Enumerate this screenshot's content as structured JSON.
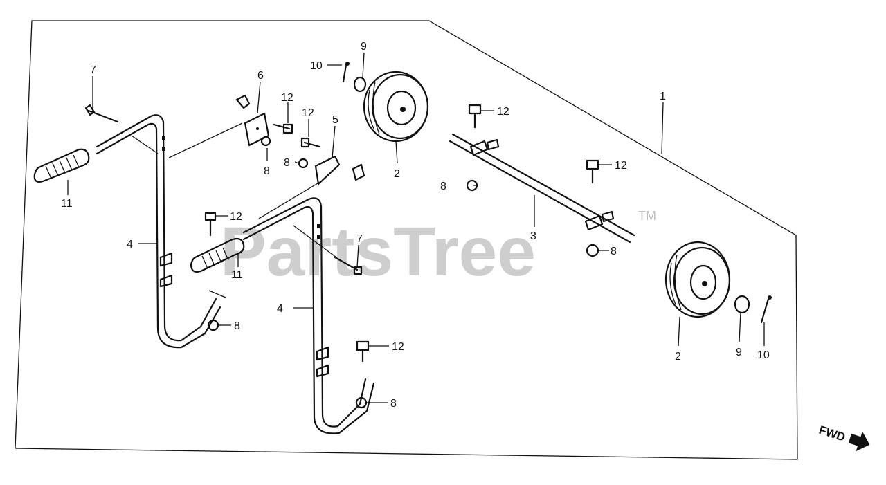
{
  "watermark": {
    "text": "PartsTree",
    "tm": "TM"
  },
  "direction_label": "FWD",
  "callouts": [
    {
      "id": "1",
      "text": "1"
    },
    {
      "id": "2a",
      "text": "2"
    },
    {
      "id": "2b",
      "text": "2"
    },
    {
      "id": "3",
      "text": "3"
    },
    {
      "id": "4a",
      "text": "4"
    },
    {
      "id": "4b",
      "text": "4"
    },
    {
      "id": "5",
      "text": "5"
    },
    {
      "id": "6",
      "text": "6"
    },
    {
      "id": "7a",
      "text": "7"
    },
    {
      "id": "7b",
      "text": "7"
    },
    {
      "id": "8a",
      "text": "8"
    },
    {
      "id": "8b",
      "text": "8"
    },
    {
      "id": "8c",
      "text": "8"
    },
    {
      "id": "8d",
      "text": "8"
    },
    {
      "id": "8e",
      "text": "8"
    },
    {
      "id": "8f",
      "text": "8"
    },
    {
      "id": "9a",
      "text": "9"
    },
    {
      "id": "9b",
      "text": "9"
    },
    {
      "id": "10a",
      "text": "10"
    },
    {
      "id": "10b",
      "text": "10"
    },
    {
      "id": "11a",
      "text": "11"
    },
    {
      "id": "11b",
      "text": "11"
    },
    {
      "id": "12a",
      "text": "12"
    },
    {
      "id": "12b",
      "text": "12"
    },
    {
      "id": "12c",
      "text": "12"
    },
    {
      "id": "12d",
      "text": "12"
    },
    {
      "id": "12e",
      "text": "12"
    },
    {
      "id": "12f",
      "text": "12"
    }
  ]
}
